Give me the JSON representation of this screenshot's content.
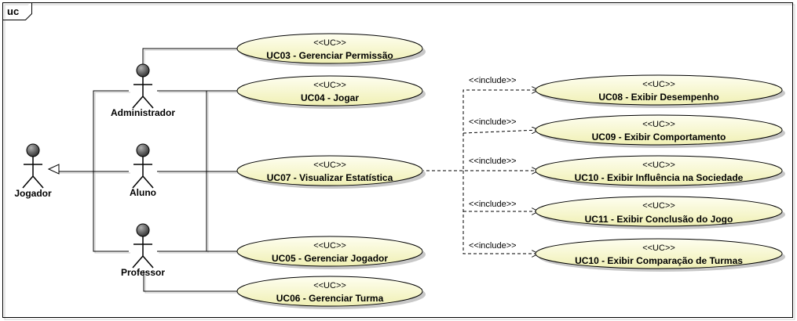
{
  "frame": {
    "title": "uc"
  },
  "actors": [
    {
      "id": "jogador",
      "name": "Jogador"
    },
    {
      "id": "admin",
      "name": "Administrador"
    },
    {
      "id": "aluno",
      "name": "Aluno"
    },
    {
      "id": "prof",
      "name": "Professor"
    }
  ],
  "use_cases": [
    {
      "id": "uc03",
      "stereotype": "<<UC>>",
      "name": "UC03 - Gerenciar Permissão"
    },
    {
      "id": "uc04",
      "stereotype": "<<UC>>",
      "name": "UC04 - Jogar"
    },
    {
      "id": "uc07",
      "stereotype": "<<UC>>",
      "name": "UC07 - Visualizar Estatística"
    },
    {
      "id": "uc05",
      "stereotype": "<<UC>>",
      "name": "UC05 - Gerenciar Jogador"
    },
    {
      "id": "uc06",
      "stereotype": "<<UC>>",
      "name": "UC06 - Gerenciar Turma"
    },
    {
      "id": "uc08",
      "stereotype": "<<UC>>",
      "name": "UC08 - Exibir Desempenho"
    },
    {
      "id": "uc09",
      "stereotype": "<<UC>>",
      "name": "UC09 - Exibir Comportamento"
    },
    {
      "id": "uc10a",
      "stereotype": "<<UC>>",
      "name": "UC10 - Exibir Influência na Sociedade"
    },
    {
      "id": "uc11",
      "stereotype": "<<UC>>",
      "name": "UC11 - Exibir Conclusão do Jogo"
    },
    {
      "id": "uc10b",
      "stereotype": "<<UC>>",
      "name": "UC10 - Exibir Comparação de Turmas"
    }
  ],
  "includes": [
    {
      "from": "uc07",
      "to": "uc08",
      "label": "<<include>>"
    },
    {
      "from": "uc07",
      "to": "uc09",
      "label": "<<include>>"
    },
    {
      "from": "uc07",
      "to": "uc10a",
      "label": "<<include>>"
    },
    {
      "from": "uc07",
      "to": "uc11",
      "label": "<<include>>"
    },
    {
      "from": "uc07",
      "to": "uc10b",
      "label": "<<include>>"
    }
  ],
  "generalizations": [
    {
      "from": "aluno",
      "to": "jogador"
    },
    {
      "from": "admin",
      "to": "jogador"
    },
    {
      "from": "prof",
      "to": "jogador"
    }
  ],
  "associations": [
    {
      "actor": "admin",
      "use_case": "uc03"
    },
    {
      "actor": "admin",
      "use_case": "uc04"
    },
    {
      "actor": "admin",
      "use_case": "uc07"
    },
    {
      "actor": "admin",
      "use_case": "uc05"
    },
    {
      "actor": "aluno",
      "use_case": "uc07"
    },
    {
      "actor": "prof",
      "use_case": "uc04"
    },
    {
      "actor": "prof",
      "use_case": "uc05"
    },
    {
      "actor": "prof",
      "use_case": "uc06"
    }
  ],
  "colors": {
    "ellipse_fill_light": "#fefee8",
    "ellipse_fill_dark": "#f2f2b8",
    "actor_head_dark": "#3a3a3a",
    "actor_head_light": "#9a9a9a",
    "line": "#000000",
    "shadow": "#c8c8c8"
  }
}
